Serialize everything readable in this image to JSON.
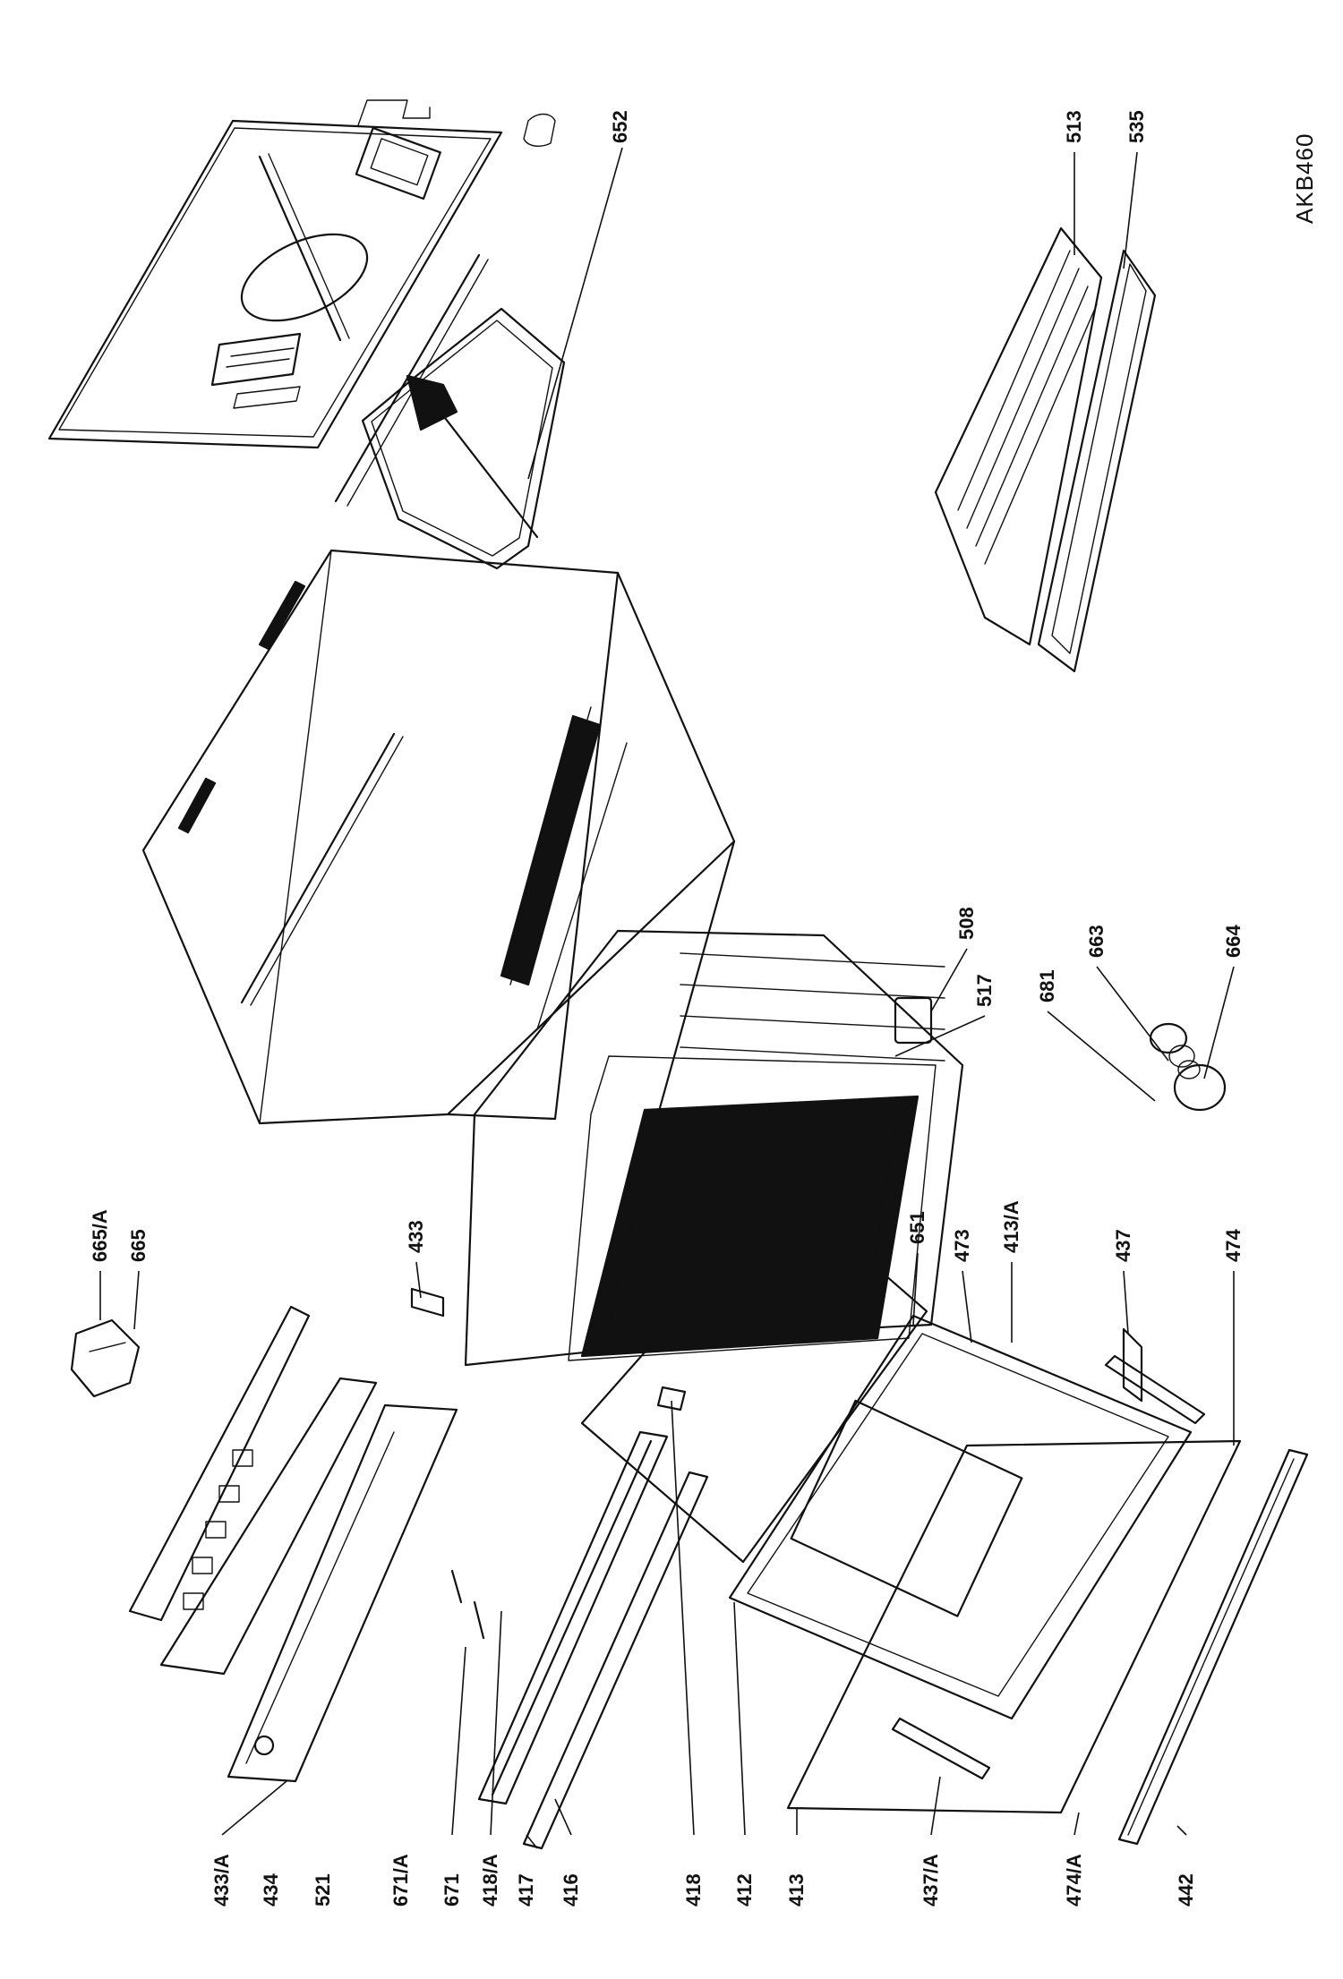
{
  "drawing_code": "AKB460",
  "labels": {
    "l652": "652",
    "l513": "513",
    "l535": "535",
    "l665a": "665/A",
    "l665": "665",
    "l433": "433",
    "l508": "508",
    "l517": "517",
    "l681": "681",
    "l663": "663",
    "l664": "664",
    "l651": "651",
    "l473": "473",
    "l413a": "413/A",
    "l437": "437",
    "l474": "474",
    "l433a": "433/A",
    "l434": "434",
    "l521": "521",
    "l671a": "671/A",
    "l671": "671",
    "l418a": "418/A",
    "l417": "417",
    "l416": "416",
    "l418": "418",
    "l412": "412",
    "l413": "413",
    "l437a": "437/A",
    "l474a": "474/A",
    "l442": "442"
  }
}
